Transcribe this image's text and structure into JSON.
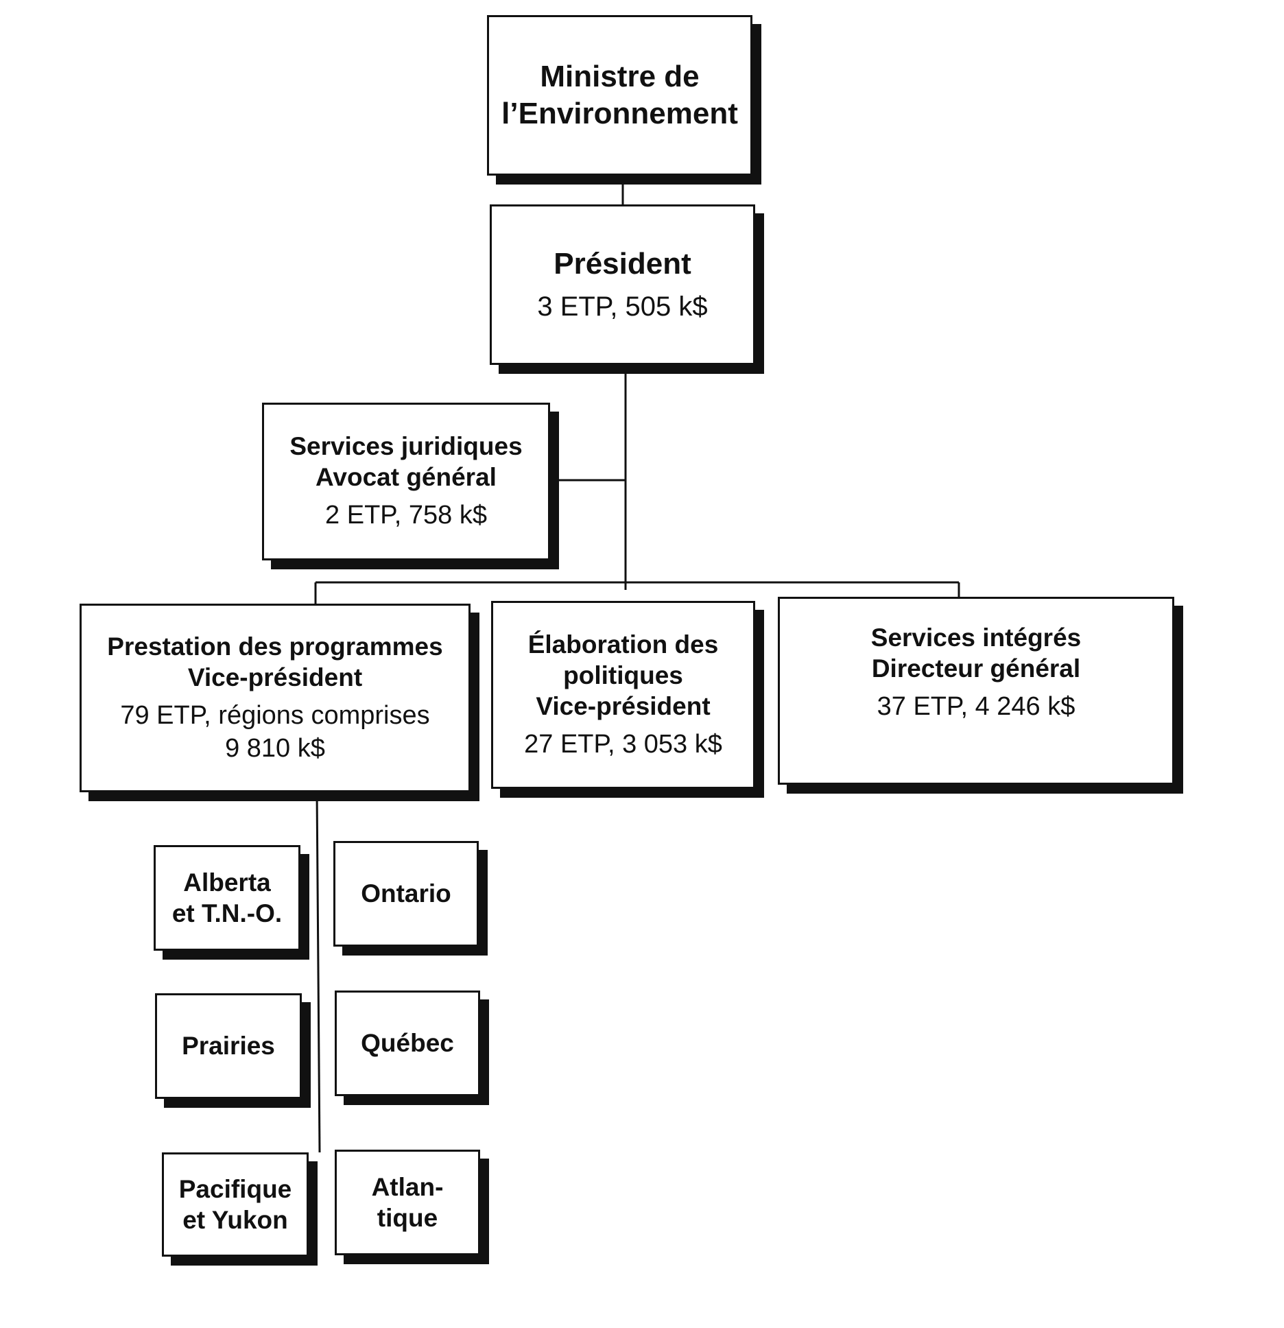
{
  "minister": {
    "line1": "Ministre de",
    "line2": "l’Environnement"
  },
  "president": {
    "title": "Président",
    "stats": "3 ETP, 505 k$"
  },
  "legal": {
    "line1": "Services juridiques",
    "line2": "Avocat général",
    "stats": "2 ETP, 758 k$"
  },
  "programs": {
    "line1": "Prestation des programmes",
    "line2": "Vice-président",
    "stats1": "79 ETP, régions comprises",
    "stats2": "9 810 k$"
  },
  "policy": {
    "line1": "Élaboration des",
    "line2": "politiques",
    "line3": "Vice-président",
    "stats": "27 ETP, 3 053 k$"
  },
  "corporate": {
    "line1": "Services intégrés",
    "line2": "Directeur général",
    "stats": "37 ETP, 4 246 k$"
  },
  "regions": {
    "alberta": {
      "line1": "Alberta",
      "line2": "et T.N.-O."
    },
    "ontario": {
      "line1": "Ontario"
    },
    "prairies": {
      "line1": "Prairies"
    },
    "quebec": {
      "line1": "Québec"
    },
    "pacific": {
      "line1": "Pacifique",
      "line2": "et Yukon"
    },
    "atlantic": {
      "line1": "Atlan-",
      "line2": "tique"
    }
  },
  "colors": {
    "ink": "#111111",
    "paper": "#ffffff"
  }
}
